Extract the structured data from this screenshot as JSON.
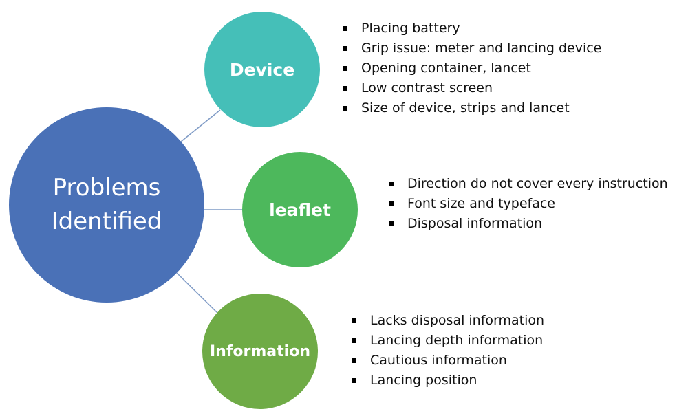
{
  "colors": {
    "main_node": "#4A71B7",
    "device_node": "#45BFB8",
    "leaflet_node": "#4DB85C",
    "information_node": "#6FAB46",
    "connector": "#7F9BC6"
  },
  "main_node": {
    "line1": "Problems",
    "line2": "Identified"
  },
  "nodes": [
    {
      "label": "Device",
      "items": [
        "Placing battery",
        "Grip issue: meter and lancing device",
        "Opening container, lancet",
        "Low contrast screen",
        "Size of device, strips and lancet"
      ]
    },
    {
      "label": "leaflet",
      "items": [
        "Direction do not cover every instruction",
        "Font size and typeface",
        "Disposal information"
      ]
    },
    {
      "label": "Information",
      "items": [
        "Lacks disposal information",
        "Lancing depth information",
        "Cautious information",
        "Lancing position"
      ]
    }
  ]
}
